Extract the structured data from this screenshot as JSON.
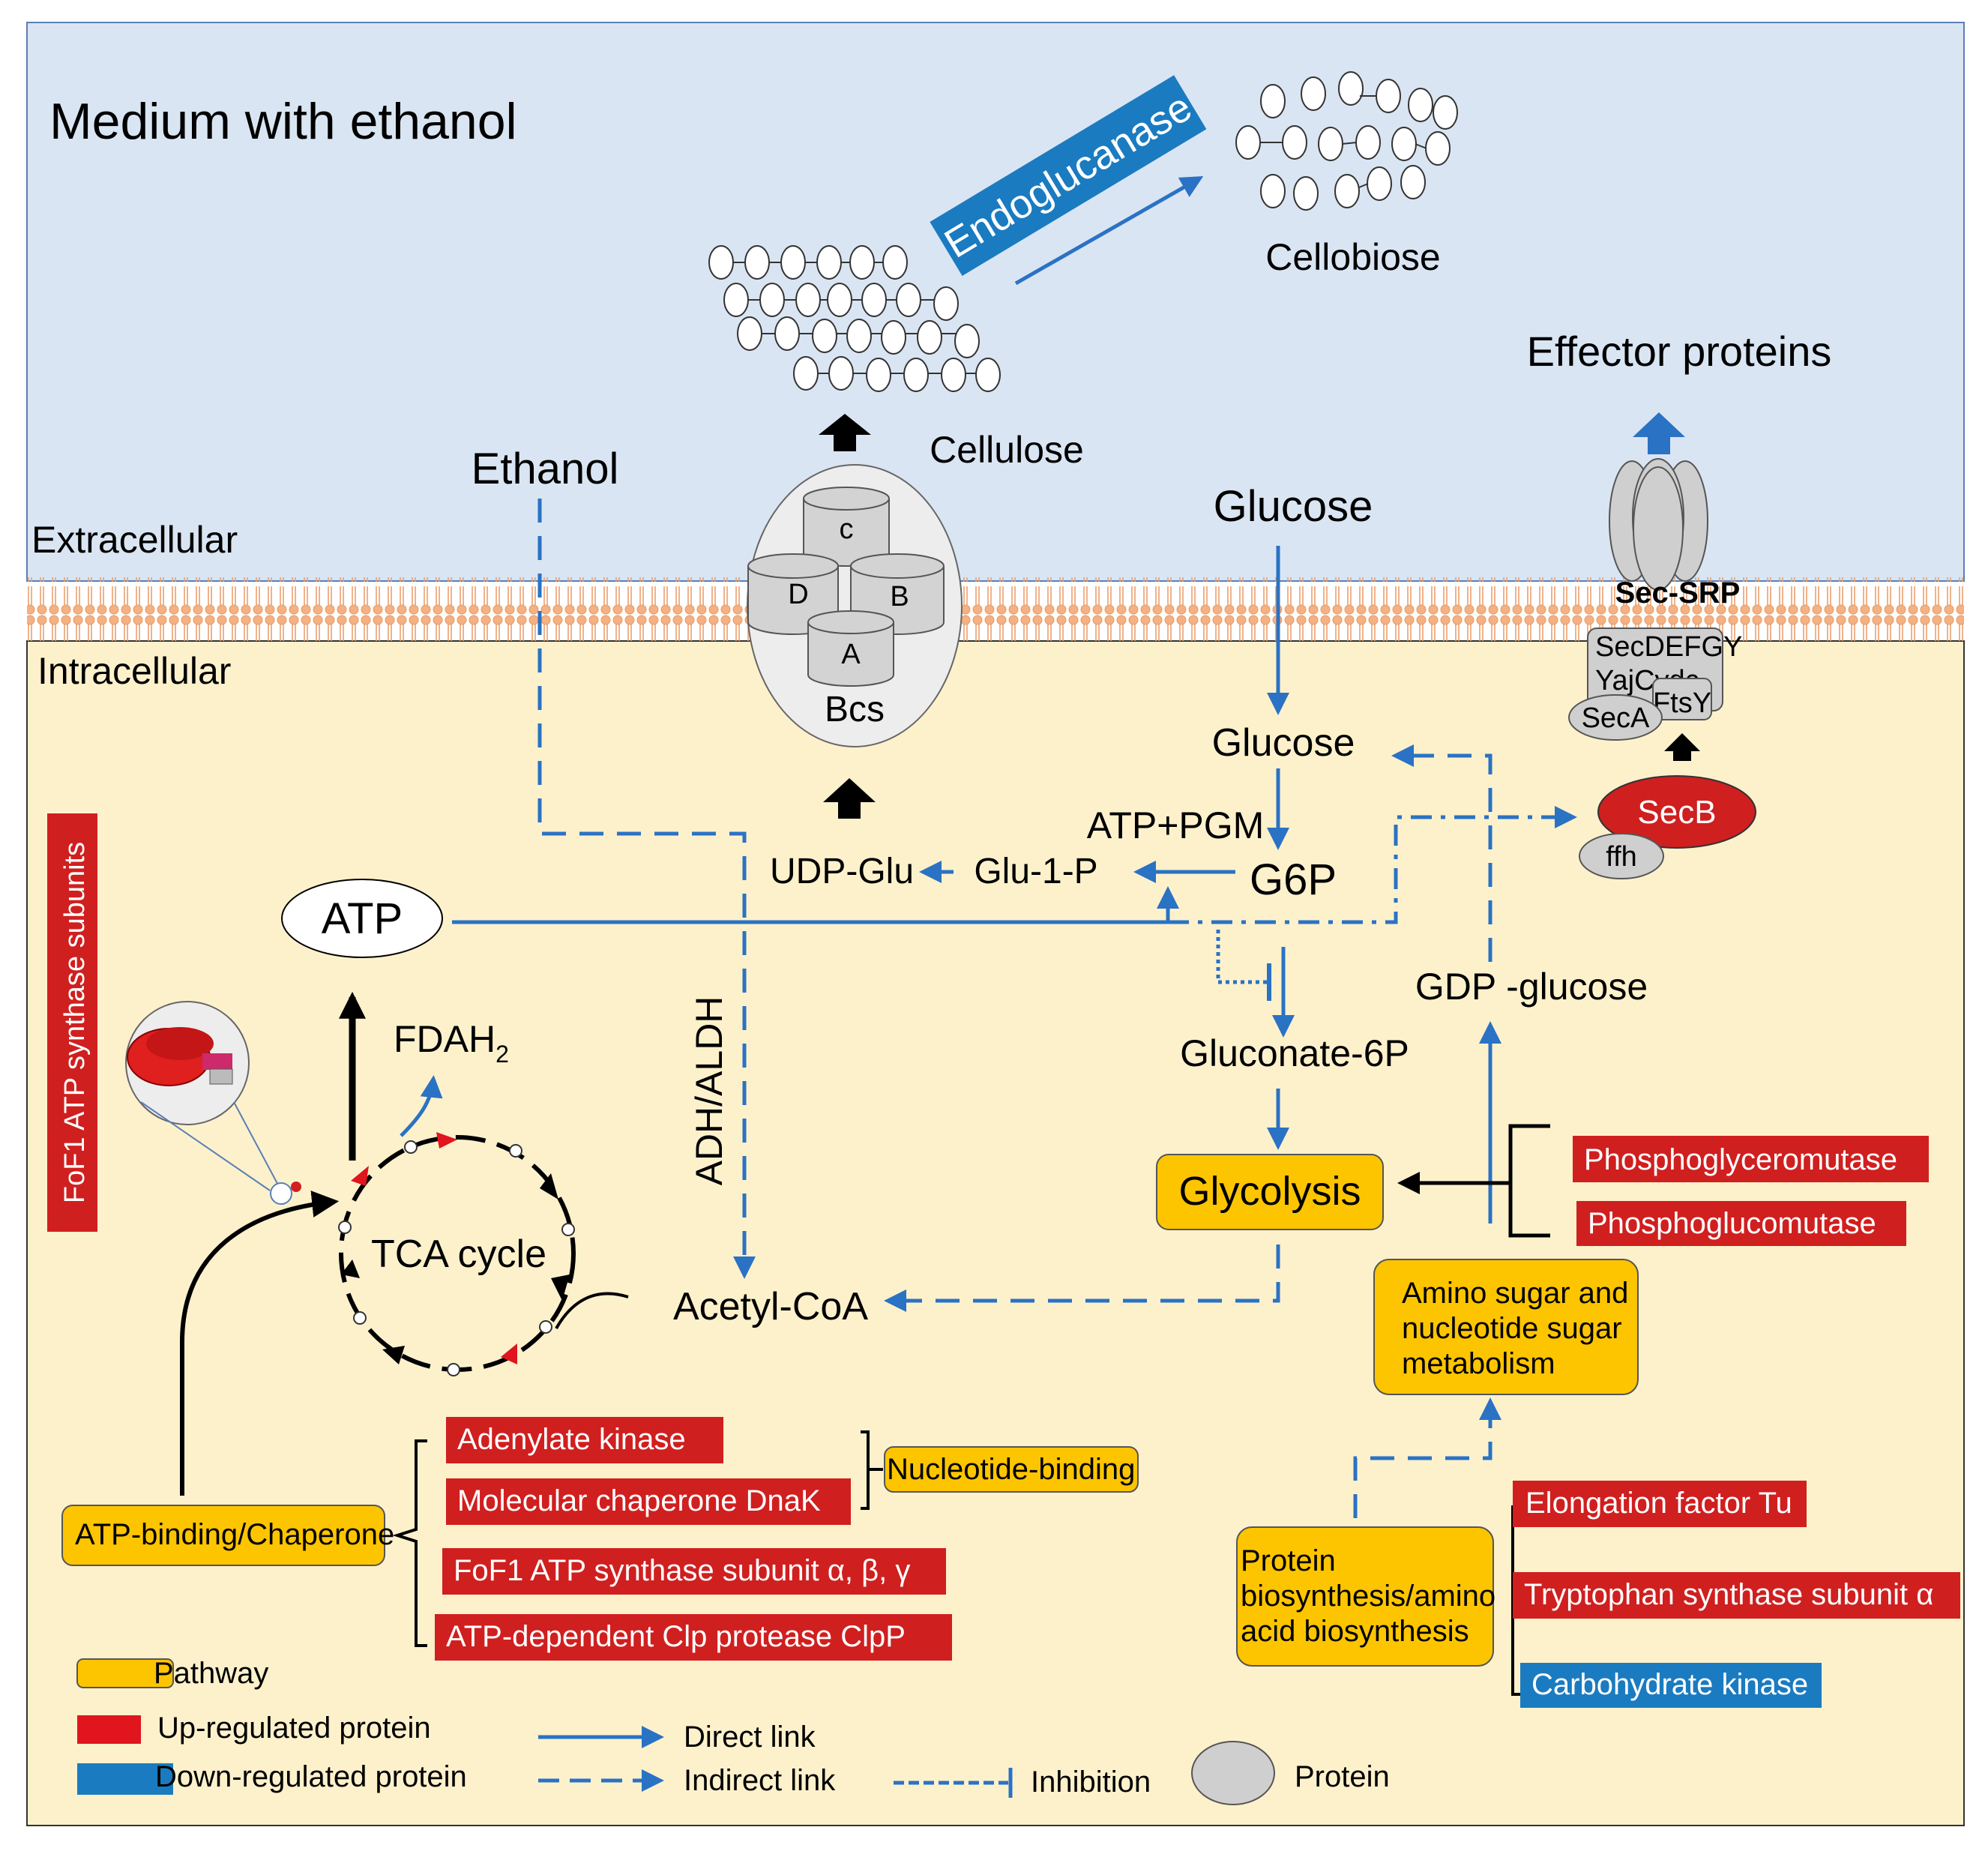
{
  "regions": {
    "medium": "Medium with ethanol",
    "extracellular": "Extracellular",
    "intracellular": "Intracellular"
  },
  "labels": {
    "endoglucanase": "Endoglucanase",
    "cellobiose": "Cellobiose",
    "cellulose": "Cellulose",
    "effector": "Effector proteins",
    "ethanol": "Ethanol",
    "glucose_out": "Glucose",
    "glucose_in": "Glucose",
    "sec_srp": "Sec-SRP",
    "secdefgy": "SecDEFGY",
    "yajcydc": "YajCydc",
    "ftsy": "FtsY",
    "seca": "SecA",
    "secb": "SecB",
    "ffh": "ffh",
    "bcs": "Bcs",
    "bcs_a": "A",
    "bcs_b": "B",
    "bcs_c": "c",
    "bcs_d": "D",
    "atp_pgm": "ATP+PGM",
    "udp_glu": "UDP-Glu",
    "glu1p": "Glu-1-P",
    "g6p": "G6P",
    "atp": "ATP",
    "fdah2_main": "FDAH",
    "fdah2_sub": "2",
    "gluconate": "Gluconate-6P",
    "gdp_glucose": "GDP -glucose",
    "adh_aldh": "ADH/ALDH",
    "glycolysis": "Glycolysis",
    "acetyl_coa": "Acetyl-CoA",
    "tca": "TCA cycle",
    "fof1_side": "FoF1 ATP synthase subunits",
    "amino_sugar": [
      "Amino sugar and",
      "nucleotide sugar",
      "metabolism"
    ],
    "protein_bio": [
      "Protein",
      "biosynthesis/amino",
      "acid biosynthesis"
    ],
    "atp_binding": "ATP-binding/Chaperone",
    "nucleotide_binding": "Nucleotide-binding"
  },
  "proteins": {
    "phosphoglyceromutase": "Phosphoglyceromutase",
    "phosphoglucomutase": "Phosphoglucomutase",
    "adenylate_kinase": "Adenylate kinase",
    "dnak": "Molecular chaperone DnaK",
    "fof1_subunit": "FoF1 ATP synthase subunit α, β, γ",
    "clpp": "ATP-dependent Clp protease ClpP",
    "ef_tu": "Elongation factor Tu",
    "trp_synthase": "Tryptophan synthase subunit α",
    "carb_kinase": "Carbohydrate kinase"
  },
  "legend": {
    "pathway": "Pathway",
    "up": "Up-regulated protein",
    "down": "Down-regulated protein",
    "direct": "Direct link",
    "indirect": "Indirect link",
    "inhibition": "Inhibition",
    "protein": "Protein"
  },
  "colors": {
    "medium_bg": "#dae5f3",
    "cell_bg": "#fdf1cc",
    "membrane": "#f5c6a0",
    "pathway": "#fdc500",
    "up": "#d01f1f",
    "down": "#1a7bc1",
    "link": "#2a72c4",
    "protein_gray": "#cfcfcf"
  }
}
